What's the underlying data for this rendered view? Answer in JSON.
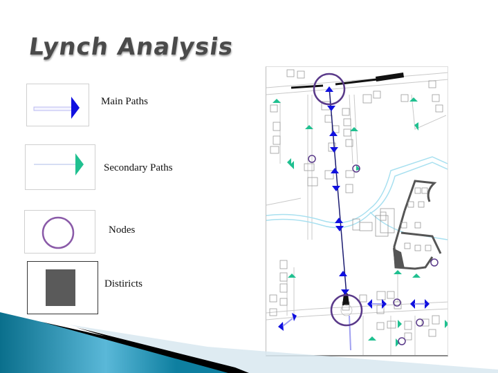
{
  "slide": {
    "title": "Lynch Analysis"
  },
  "legend": {
    "items": [
      {
        "label": "Main Paths",
        "symbol": "blue-arrow",
        "color": "#1010e0"
      },
      {
        "label": "Secondary Paths",
        "symbol": "green-arrow",
        "color": "#20c090"
      },
      {
        "label": "Nodes",
        "symbol": "purple-circle",
        "color": "#8a5aa8"
      },
      {
        "label": "Distiricts",
        "symbol": "gray-rectangle",
        "color": "#5a5a5a"
      }
    ]
  },
  "map": {
    "description": "Site plan with paths, nodes and districts",
    "colors": {
      "main_path": "#1010e0",
      "secondary_path": "#20c090",
      "node": "#5a3a8a",
      "district": "#555555",
      "water": "#a8e0f0",
      "roads": "#c8c8c8"
    }
  },
  "decor": {
    "swoosh_colors": [
      "#0a6f8c",
      "#5ab8d8",
      "#000000",
      "#d8e8f0"
    ]
  }
}
